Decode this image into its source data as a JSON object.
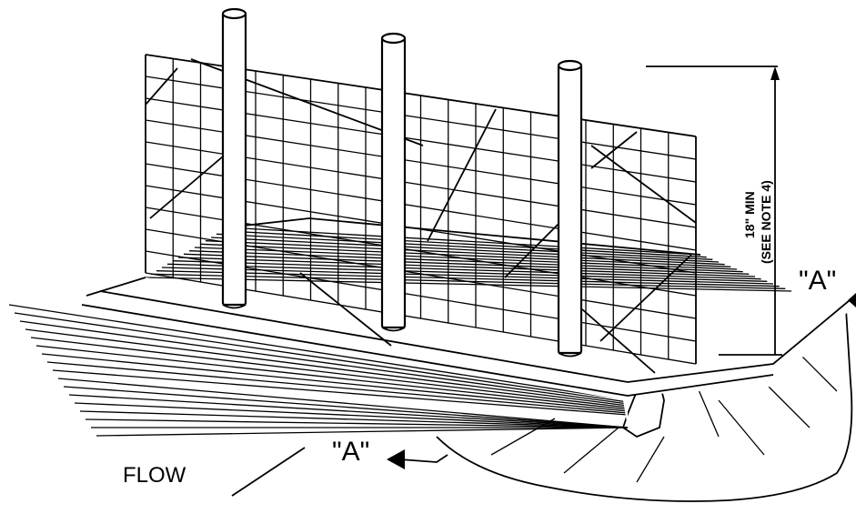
{
  "labels": {
    "flow": "FLOW",
    "section_left": "\"A\"",
    "section_right": "\"A\"",
    "height_line1": "18\" MIN",
    "height_line2": "(SEE NOTE 4)"
  }
}
